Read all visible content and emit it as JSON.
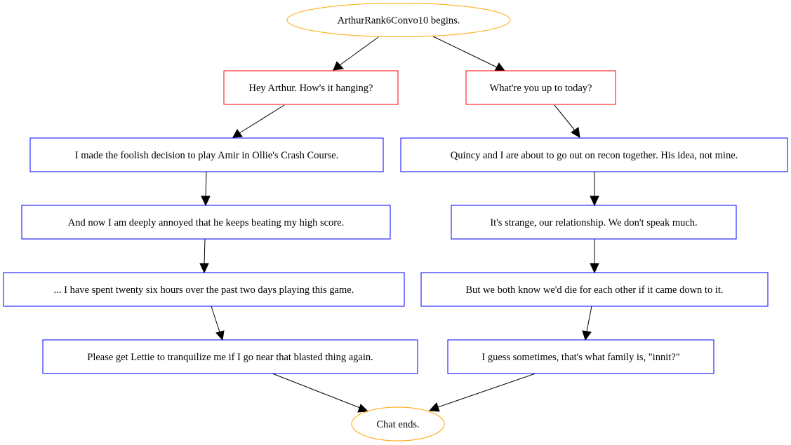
{
  "colors": {
    "terminal": "#ffa500",
    "choice": "#ff0000",
    "line": "#0000ff",
    "edge": "#000000",
    "background": "#ffffff"
  },
  "nodes": {
    "start": "ArthurRank6Convo10 begins.",
    "choice_left": "Hey Arthur. How's it hanging?",
    "choice_right": "What're you up to today?",
    "left_1": "I made the foolish decision to play Amir in Ollie's Crash Course.",
    "left_2": "And now I am deeply annoyed that he keeps beating my high score.",
    "left_3": "... I have spent twenty six hours over the past two days playing this game.",
    "left_4": "Please get Lettie to tranquilize me if I go near that blasted thing again.",
    "right_1": "Quincy and I are about to go out on recon together. His idea, not mine.",
    "right_2": "It's strange, our relationship. We don't speak much.",
    "right_3": "But we both know we'd die for each other if it came down to it.",
    "right_4": "I guess sometimes, that's what family is, \"innit?\"",
    "end": "Chat ends."
  }
}
